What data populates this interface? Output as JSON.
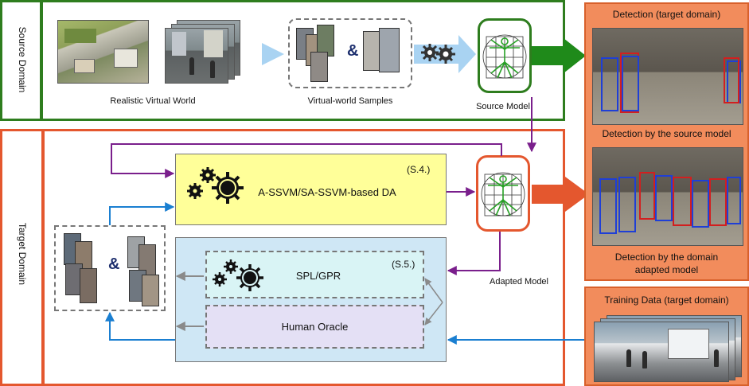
{
  "source_domain": {
    "label": "Source Domain",
    "world_caption": "Realistic Virtual World",
    "samples_caption": "Virtual-world Samples",
    "samples_symbol": "&",
    "model_caption": "Source Model"
  },
  "target_domain": {
    "label": "Target Domain",
    "assvm_title": "A-SSVM/SA-SSVM-based DA",
    "assvm_section": "(S.4.)",
    "spl_title": "SPL/GPR",
    "spl_section": "(S.5.)",
    "oracle_title": "Human Oracle",
    "adapted_caption": "Adapted Model",
    "samples_symbol": "&"
  },
  "detection_panel": {
    "title": "Detection (target domain)",
    "source_caption": "Detection by the source model",
    "adapted_caption_line1": "Detection by the domain",
    "adapted_caption_line2": "adapted model"
  },
  "training_panel": {
    "title": "Training Data (target domain)"
  },
  "colors": {
    "green": "#2e7d1e",
    "orange": "#e4572e",
    "purple": "#7a1f8c",
    "blue": "#1a7fd1",
    "gray_arrow": "#8a8a8a",
    "yellow_box": "#ffff99",
    "lightblue_box": "#cfe7f5",
    "light_panel": "#f28c5c"
  }
}
